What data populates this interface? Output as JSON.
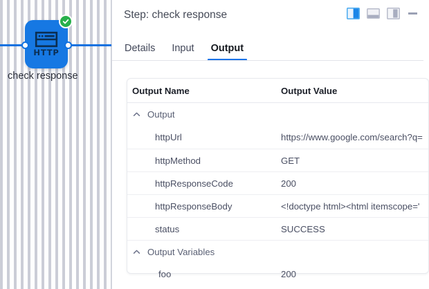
{
  "canvas": {
    "node": {
      "icon": "http-browser-window-icon",
      "icon_text": "HTTP",
      "label": "check response",
      "status_badge": "check-circle-icon",
      "accent_color": "#1678e3",
      "badge_color": "#27b04b"
    }
  },
  "panel": {
    "header": {
      "title": "Step: check response",
      "actions": [
        {
          "name": "layout-split-right-icon",
          "active": true
        },
        {
          "name": "layout-bottom-panel-icon",
          "active": false
        },
        {
          "name": "layout-side-panel-icon",
          "active": false
        },
        {
          "name": "minimize-icon",
          "active": false
        }
      ]
    },
    "tabs": [
      {
        "label": "Details",
        "active": false
      },
      {
        "label": "Input",
        "active": false
      },
      {
        "label": "Output",
        "active": true
      }
    ],
    "table": {
      "columns": [
        "Output Name",
        "Output Value"
      ],
      "groups": [
        {
          "label": "Output",
          "expanded": true,
          "chevron": "chevron-up-icon",
          "rows": [
            {
              "name": "httpUrl",
              "value": "https://www.google.com/search?q="
            },
            {
              "name": "httpMethod",
              "value": "GET"
            },
            {
              "name": "httpResponseCode",
              "value": "200"
            },
            {
              "name": "httpResponseBody",
              "value": "<!doctype html><html itemscope='"
            },
            {
              "name": "status",
              "value": "SUCCESS"
            }
          ]
        },
        {
          "label": "Output Variables",
          "expanded": true,
          "chevron": "chevron-up-icon",
          "rows": [
            {
              "name": "foo",
              "value": "200"
            }
          ]
        }
      ]
    }
  },
  "colors": {
    "accent": "#1a73e8",
    "node_blue": "#1678e3",
    "success_green": "#27b04b",
    "text_primary": "#1b1f28",
    "text_secondary": "#4a4f63"
  }
}
